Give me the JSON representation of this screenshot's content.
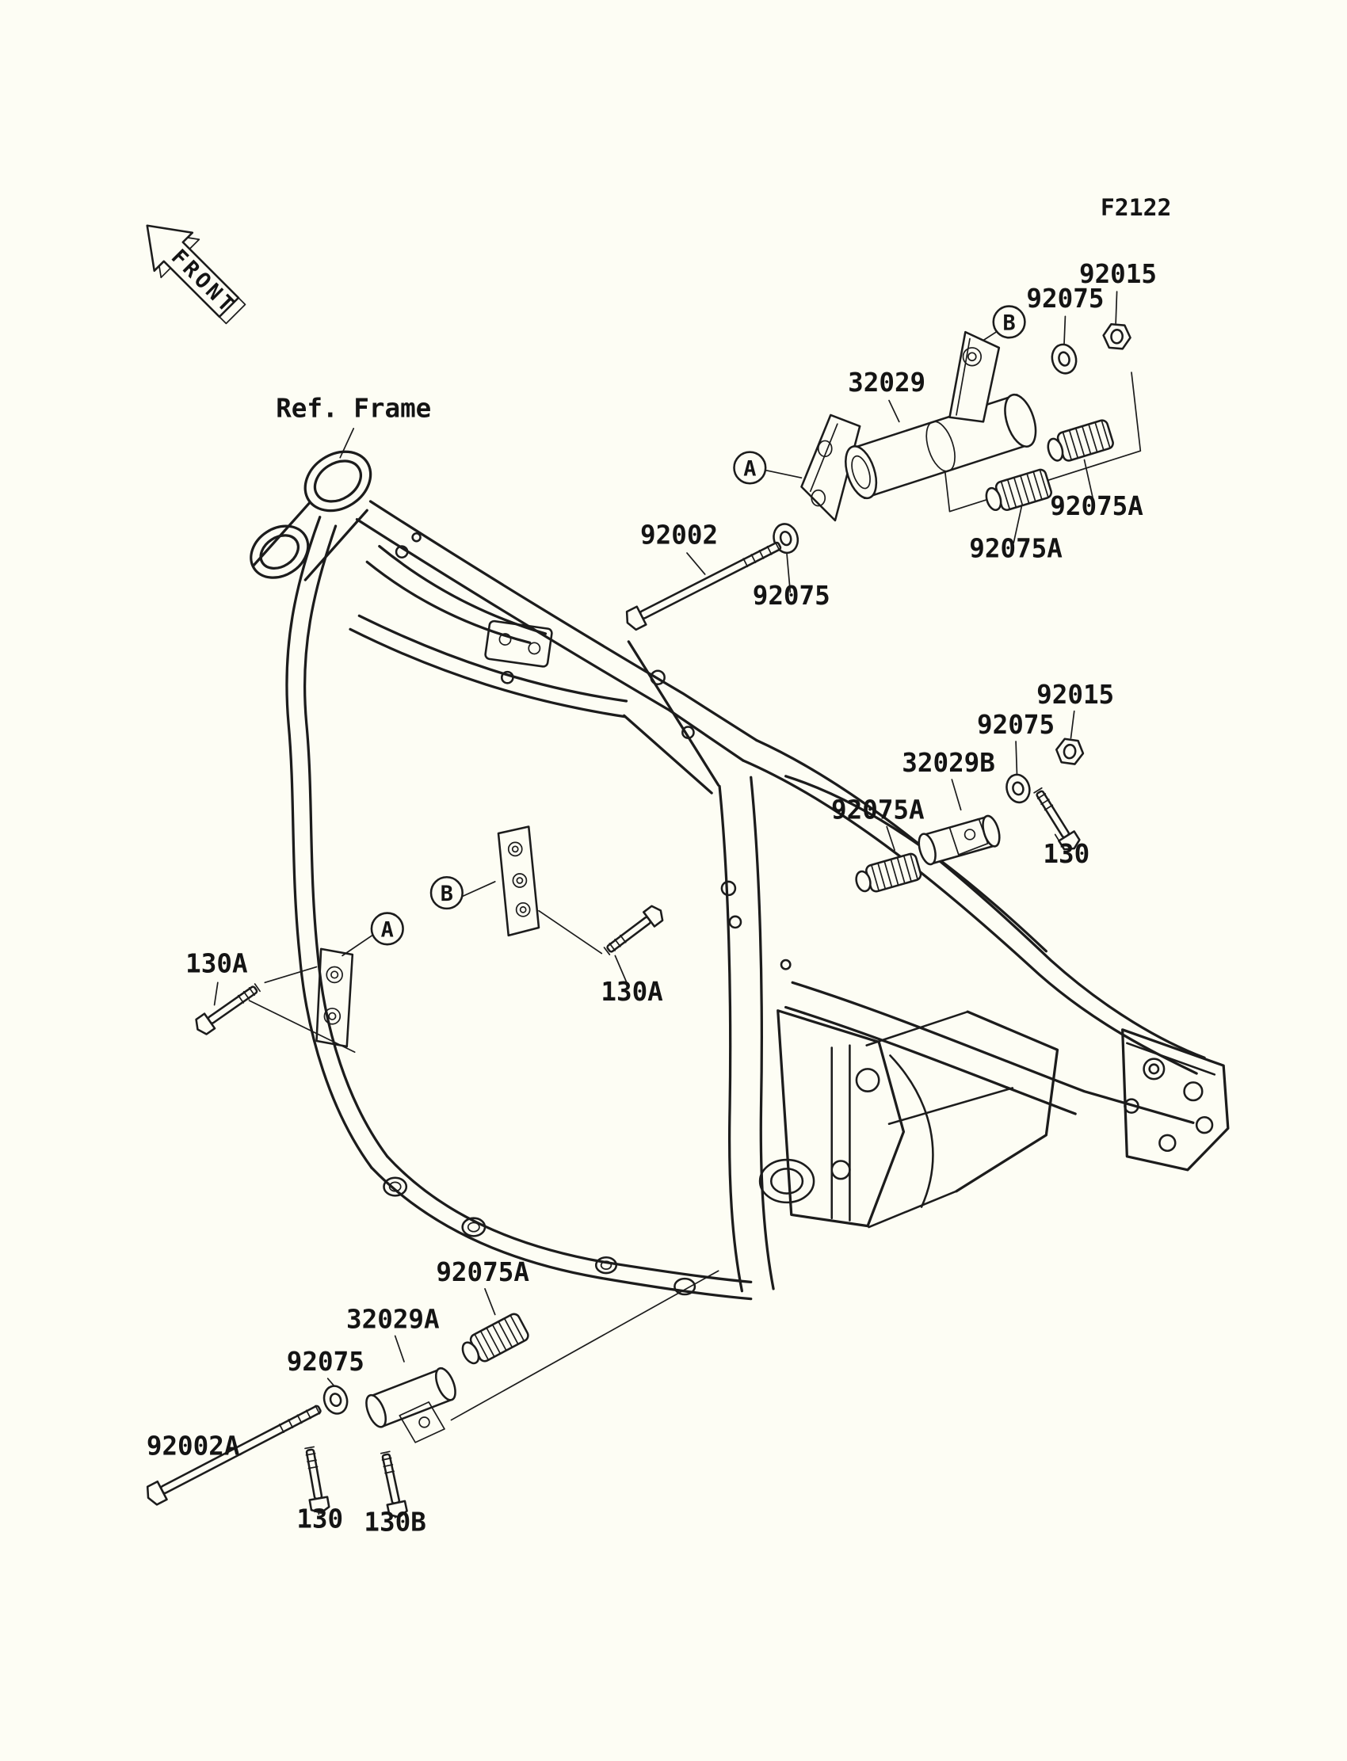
{
  "colors": {
    "background": "#fdfdf4",
    "ink": "#1c1c1c"
  },
  "figure": {
    "code": "F2122",
    "front_arrow_label": "FRONT",
    "ref_frame_label": "Ref. Frame"
  },
  "part_labels": [
    {
      "text": "92015"
    },
    {
      "text": "92075"
    },
    {
      "text": "32029"
    },
    {
      "text": "92075A"
    },
    {
      "text": "92075A"
    },
    {
      "text": "92002"
    },
    {
      "text": "92075"
    },
    {
      "text": "92015"
    },
    {
      "text": "92075"
    },
    {
      "text": "32029B"
    },
    {
      "text": "92075A"
    },
    {
      "text": "130"
    },
    {
      "text": "130A"
    },
    {
      "text": "130A"
    },
    {
      "text": "92075A"
    },
    {
      "text": "32029A"
    },
    {
      "text": "92075"
    },
    {
      "text": "92002A"
    },
    {
      "text": "130"
    },
    {
      "text": "130B"
    }
  ],
  "callouts": [
    {
      "letter": "B"
    },
    {
      "letter": "A"
    },
    {
      "letter": "B"
    },
    {
      "letter": "A"
    }
  ]
}
